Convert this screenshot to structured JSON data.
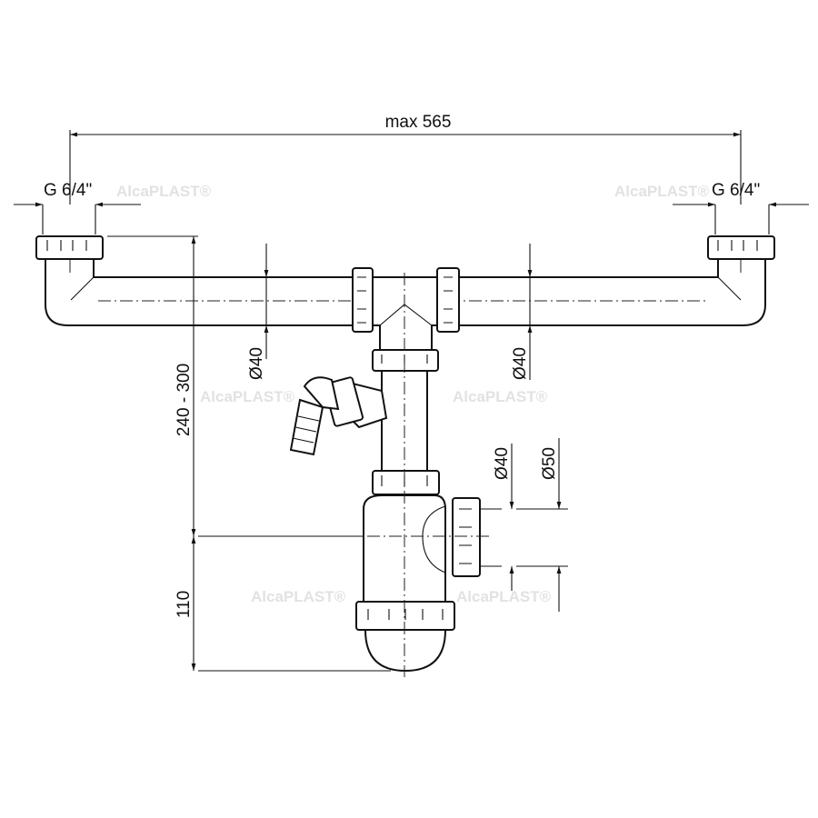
{
  "dimensions": {
    "width_max": "max 565",
    "thread_left": "G 6/4\"",
    "thread_right": "G 6/4\"",
    "height_range": "240 - 300",
    "trap_height": "110",
    "pipe_dia_left": "Ø40",
    "pipe_dia_right": "Ø40",
    "outlet_dia_small": "Ø40",
    "outlet_dia_large": "Ø50"
  },
  "watermark": "AlcaPLAST®"
}
